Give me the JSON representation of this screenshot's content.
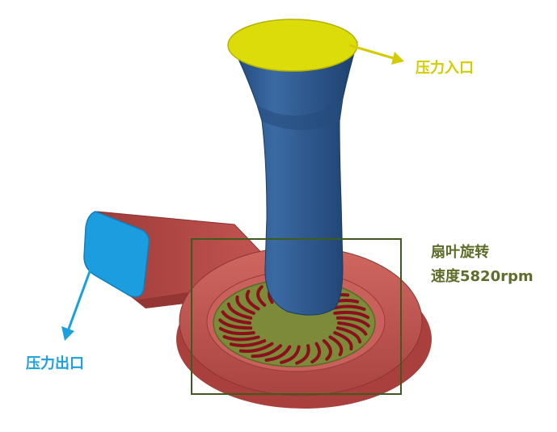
{
  "labels": {
    "pressure_inlet": "压力入口",
    "pressure_outlet": "压力出口",
    "fan_speed_line1": "扇叶旋转",
    "fan_speed_line2": "速度5820rpm"
  },
  "colors": {
    "inlet_label": "#d4cc00",
    "outlet_label": "#1aa0dc",
    "speed_label": "#5e6e2a",
    "inlet_face": "#dcdc0a",
    "pipe": "#2f5b8f",
    "housing": "#c0504d",
    "outlet_face": "#1c9de0",
    "impeller": "#7d8a3a",
    "blades": "#8b0f1c",
    "box": "#3e5a1e"
  }
}
